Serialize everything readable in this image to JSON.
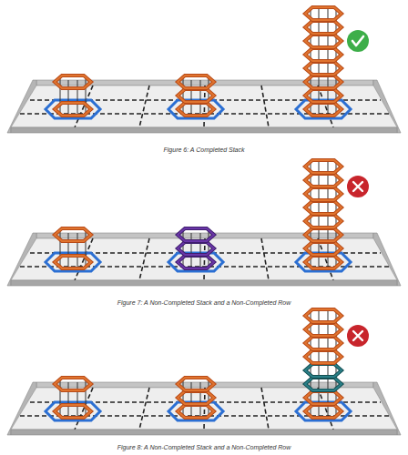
{
  "diagram": {
    "labels": [
      "Figure 6: A Completed Stack",
      "Figure 7: A Non-Completed Stack and a Non-Completed Row",
      "Figure 8: A Non-Completed Stack and a Non-Completed Row"
    ]
  }
}
